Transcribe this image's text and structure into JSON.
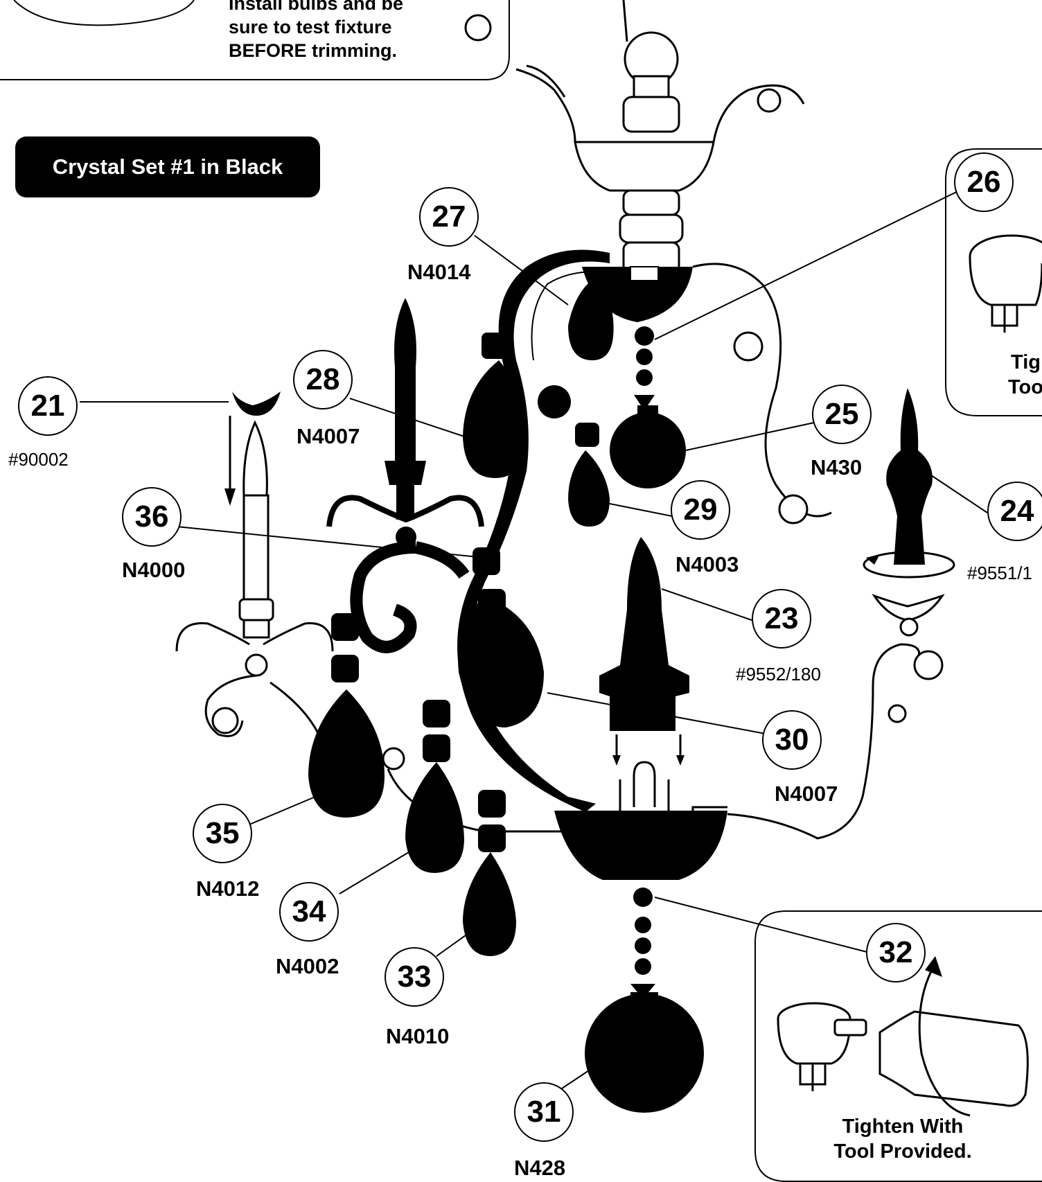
{
  "top_note": {
    "lines": [
      "Install bulbs and be",
      "sure to test fixture",
      "BEFORE trimming."
    ]
  },
  "badge": {
    "label": "Crystal Set #1 in Black"
  },
  "callouts": [
    {
      "id": "c27",
      "number": "27",
      "code": "N4014"
    },
    {
      "id": "c28",
      "number": "28",
      "code": "N4007"
    },
    {
      "id": "c21",
      "number": "21",
      "code": "#90002"
    },
    {
      "id": "c36",
      "number": "36",
      "code": "N4000"
    },
    {
      "id": "c26",
      "number": "26",
      "code": ""
    },
    {
      "id": "c25",
      "number": "25",
      "code": "N430"
    },
    {
      "id": "c29",
      "number": "29",
      "code": "N4003"
    },
    {
      "id": "c24",
      "number": "24",
      "code": "#9551/1"
    },
    {
      "id": "c23",
      "number": "23",
      "code": "#9552/180"
    },
    {
      "id": "c30",
      "number": "30",
      "code": "N4007"
    },
    {
      "id": "c35",
      "number": "35",
      "code": "N4012"
    },
    {
      "id": "c34",
      "number": "34",
      "code": "N4002"
    },
    {
      "id": "c33",
      "number": "33",
      "code": "N4010"
    },
    {
      "id": "c32",
      "number": "32",
      "code": ""
    },
    {
      "id": "c31",
      "number": "31",
      "code": "N428"
    }
  ],
  "tool_boxes": {
    "top_right": {
      "lines": [
        "Tig",
        "Too"
      ]
    },
    "bottom_right": {
      "lines": [
        "Tighten With",
        "Tool Provided."
      ]
    }
  }
}
